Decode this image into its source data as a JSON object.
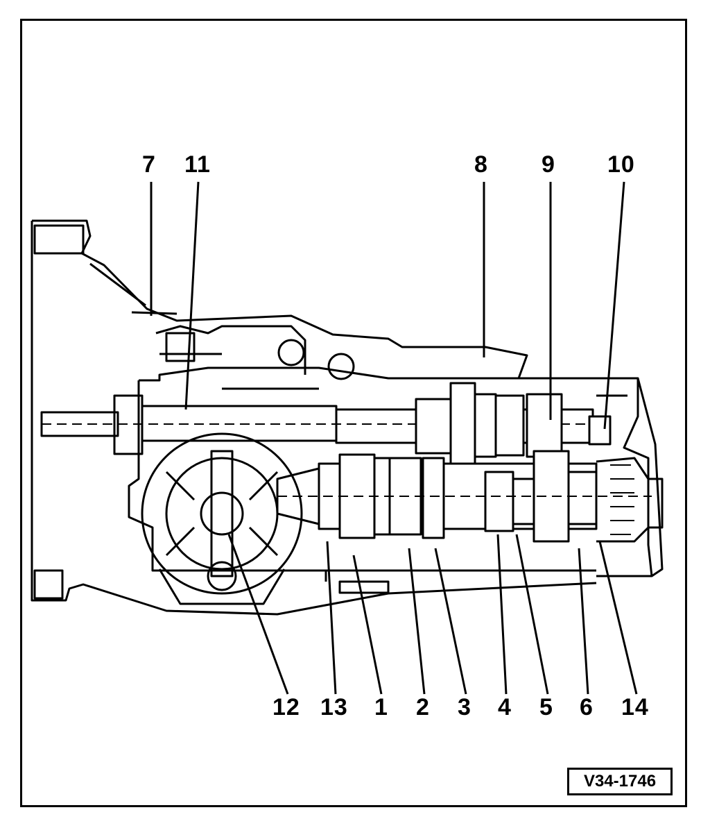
{
  "figure_id": "V34-1746",
  "callouts": {
    "c1": "1",
    "c2": "2",
    "c3": "3",
    "c4": "4",
    "c5": "5",
    "c6": "6",
    "c7": "7",
    "c8": "8",
    "c9": "9",
    "c10": "10",
    "c11": "11",
    "c12": "12",
    "c13": "13",
    "c14": "14"
  },
  "colors": {
    "ink": "#000000",
    "paper": "#ffffff"
  }
}
